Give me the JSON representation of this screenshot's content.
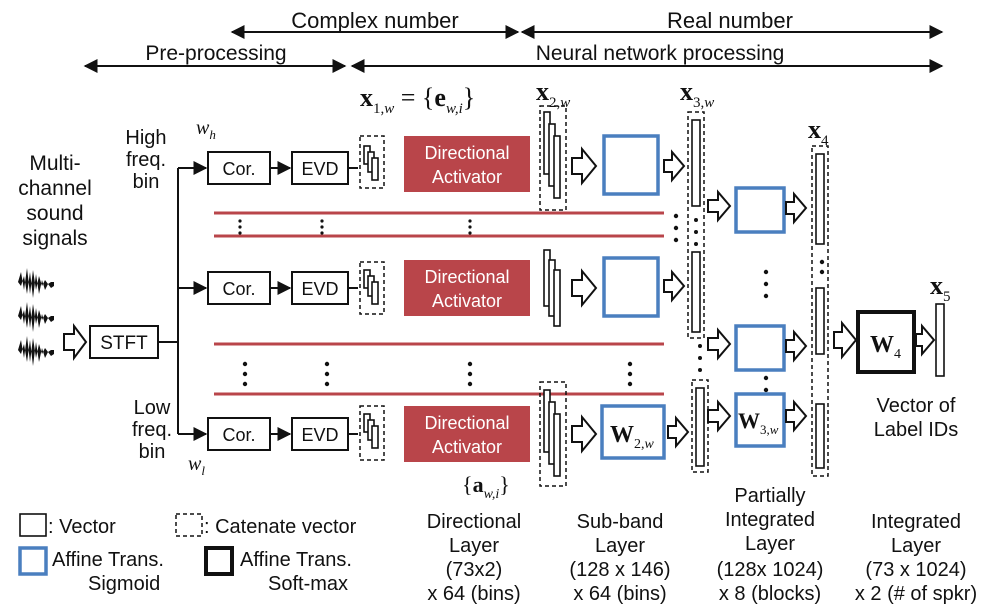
{
  "headers": {
    "complex": "Complex number",
    "real": "Real number",
    "preprocessing": "Pre-processing",
    "neural": "Neural network processing"
  },
  "input": {
    "line1": "Multi-",
    "line2": "channel",
    "line3": "sound",
    "line4": "signals"
  },
  "stft": "STFT",
  "freq": {
    "high1": "High",
    "high2": "freq.",
    "high3": "bin",
    "low1": "Low",
    "low2": "freq.",
    "low3": "bin",
    "wh": "w",
    "wh_sub": "h",
    "wl": "w",
    "wl_sub": "l"
  },
  "blocks": {
    "cor": "Cor.",
    "evd": "EVD",
    "activator1": "Directional",
    "activator2": "Activator"
  },
  "math": {
    "x1": "x",
    "x1_sub": "1,",
    "x1_w": "w",
    "x1_eq": " = {",
    "e": "e",
    "e_sub": "w,i",
    "x1_close": "}",
    "x2": "x",
    "x2_sub": "2,",
    "x2_w": "w",
    "x3": "x",
    "x3_sub": "3,",
    "x3_w": "w",
    "x4": "x",
    "x4_sub": "4",
    "x5": "x",
    "x5_sub": "5",
    "a_open": "{",
    "a": "a",
    "a_sub": "w,i",
    "a_close": "}",
    "W2": "W",
    "W2_sub": "2,",
    "W2_w": "w",
    "W3": "W",
    "W3_sub": "3,",
    "W3_w": "w",
    "W4": "W",
    "W4_sub": "4"
  },
  "output": {
    "line1": "Vector of",
    "line2": "Label IDs"
  },
  "legend": {
    "vector": ": Vector",
    "catenate": ": Catenate vector",
    "affine_sigmoid1": "Affine Trans.",
    "affine_sigmoid2": "Sigmoid",
    "affine_softmax1": "Affine Trans.",
    "affine_softmax2": "Soft-max"
  },
  "layers": {
    "directional": [
      "Directional",
      "Layer",
      "(73x2)",
      "x 64 (bins)"
    ],
    "subband": [
      "Sub-band",
      "Layer",
      "(128 x 146)",
      "x 64 (bins)"
    ],
    "partial": [
      "Partially",
      "Integrated",
      "Layer",
      "(128x 1024)",
      "x 8 (blocks)"
    ],
    "integrated": [
      "Integrated",
      "Layer",
      "(73 x 1024)",
      "x 2 (# of spkr)"
    ]
  },
  "colors": {
    "activator_red": "#b9454a",
    "affine_blue": "#4a7fbf"
  }
}
